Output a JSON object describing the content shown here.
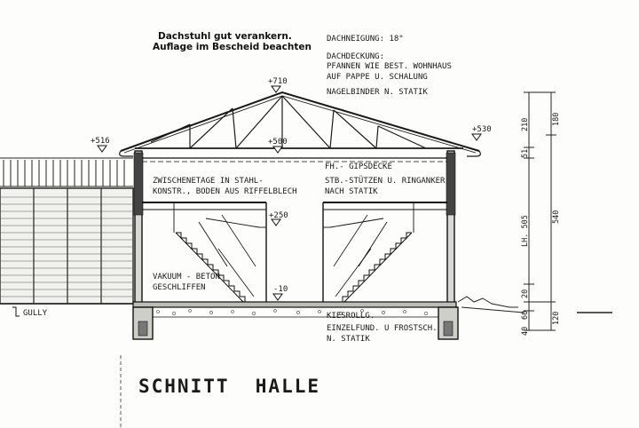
{
  "notes": {
    "anchor_line1": "Dachstuhl gut verankern.",
    "anchor_line2": "Auflage im Bescheid beachten"
  },
  "specs": {
    "roof_pitch": "DACHNEIGUNG:  18°",
    "roofing_title": "DACHDECKUNG:",
    "roofing_line1": "PFANNEN WIE BEST. WOHNHAUS",
    "roofing_line2": "AUF PAPPE U. SCHALUNG",
    "truss": "NAGELBINDER N. STATIK"
  },
  "elevations": {
    "ridge": "+710",
    "eave_left": "+516",
    "eave_right": "+530",
    "ceiling": "+500",
    "mezzanine": "+250",
    "floor": "-10"
  },
  "labels": {
    "ceiling": "FH.- GIPSDECKE",
    "mezz_line1": "ZWISCHENETAGE IN STAHL-",
    "mezz_line2": "KONSTR., BODEN AUS RIFFELBLECH",
    "columns_line1": "STB.-STÜTZEN U. RINGANKER",
    "columns_line2": "NACH STATIK",
    "floor_line1": "VAKUUM - BETON",
    "floor_line2": "GESCHLIFFEN",
    "gravel": "KIESROLLG.",
    "foundation_line1": "EINZELFUND. U FROSTSCH.",
    "foundation_line2": "N. STATIK",
    "gully": "GULLY"
  },
  "dimensions": {
    "d210": "210",
    "d51": "51",
    "d505": "LH. 505",
    "d20": "20",
    "d60": "60",
    "d40": "40",
    "d180": "180",
    "d540": "540",
    "d120": "120"
  },
  "title": "SCHNITT  HALLE"
}
